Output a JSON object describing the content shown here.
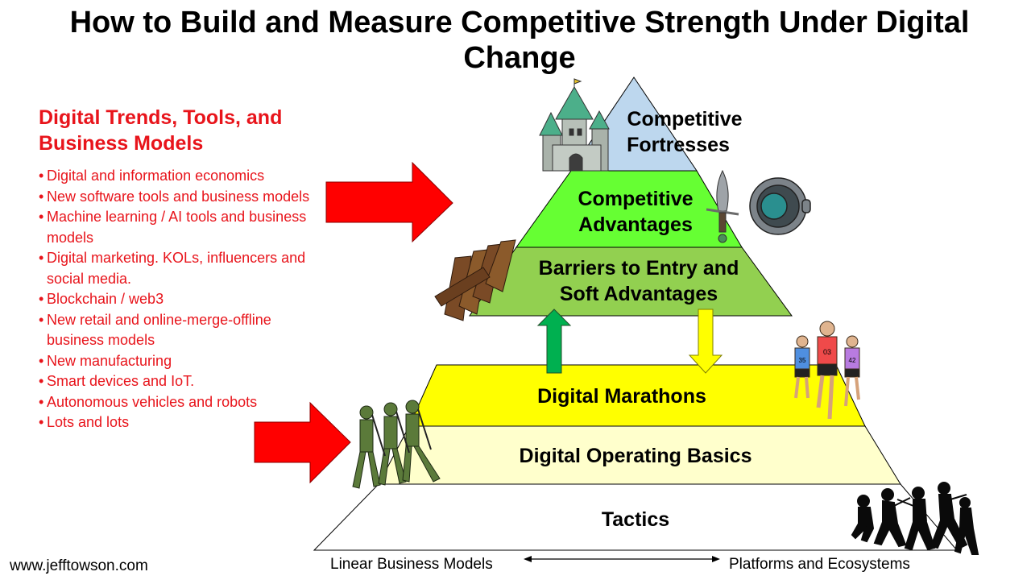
{
  "title": "How to Build and Measure Competitive Strength Under Digital Change",
  "left_panel": {
    "heading": "Digital Trends, Tools, and Business Models",
    "items": [
      "Digital and information economics",
      "New software tools and business models",
      "Machine learning / AI tools and business models",
      "Digital marketing.  KOLs, influencers and social media.",
      "Blockchain / web3",
      "New retail and online-merge-offline business models",
      "New manufacturing",
      "Smart devices and IoT.",
      "Autonomous  vehicles and robots",
      "Lots and lots"
    ]
  },
  "pyramid_top": {
    "fortresses": [
      "Competitive",
      "Fortresses"
    ],
    "advantages": [
      "Competitive",
      "Advantages"
    ],
    "barriers": [
      "Barriers to Entry and",
      "Soft Advantages"
    ]
  },
  "pyramid_bottom": {
    "marathons": "Digital Marathons",
    "basics": "Digital Operating Basics",
    "tactics": "Tactics"
  },
  "axis": {
    "left": "Linear Business Models",
    "right": "Platforms and Ecosystems"
  },
  "website": "www.jefftowson.com",
  "colors": {
    "fortresses": "#bdd7ee",
    "advantages": "#66ff33",
    "barriers": "#92d050",
    "marathons": "#ffff00",
    "basics": "#ffffcc",
    "tactics": "#ffffff",
    "arrow_red": "#ff0000",
    "arrow_up": "#00b050",
    "arrow_down": "#ffff00",
    "heading_red": "#e8141b"
  },
  "icons": [
    "castle-icon",
    "dagger-icon",
    "shield-icon",
    "wooden-spikes-icon",
    "soldiers-icon",
    "runners-icon",
    "fighters-icon"
  ],
  "runner_bibs": [
    "35",
    "03",
    "42"
  ]
}
